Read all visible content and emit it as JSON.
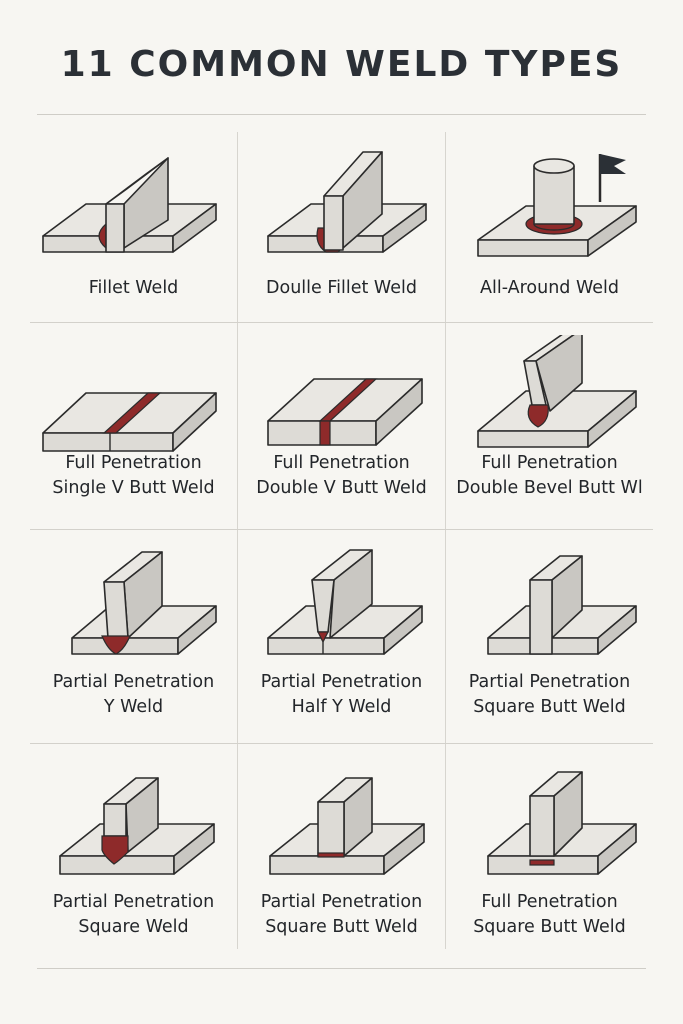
{
  "title": "11 COMMON WELD TYPES",
  "colors": {
    "background": "#f7f6f2",
    "weld": "#8e2a2a",
    "steel": "#dddbd6",
    "outline": "#2b2b2b"
  },
  "rows": [
    [
      {
        "line1": "Fillet Weld",
        "line2": ""
      },
      {
        "line1": "Doulle Fillet Weld",
        "line2": ""
      },
      {
        "line1": "All-Around Weld",
        "line2": ""
      }
    ],
    [
      {
        "line1": "Full Penetration",
        "line2": "Single V Butt Weld"
      },
      {
        "line1": "Full Penetration",
        "line2": "Double V Butt Weld"
      },
      {
        "line1": "Full Penetration",
        "line2": "Double Bevel Butt Wl"
      }
    ],
    [
      {
        "line1": "Partial Penetration",
        "line2": "Y Weld"
      },
      {
        "line1": "Partial Penetration",
        "line2": "Half Y Weld"
      },
      {
        "line1": "Partial Penetration",
        "line2": "Square Butt Weld"
      }
    ],
    [
      {
        "line1": "Partial Penetration",
        "line2": "Square Weld"
      },
      {
        "line1": "Partial Penetration",
        "line2": "Square Butt Weld"
      },
      {
        "line1": "Full Penetration",
        "line2": "Square Butt Weld"
      }
    ]
  ]
}
